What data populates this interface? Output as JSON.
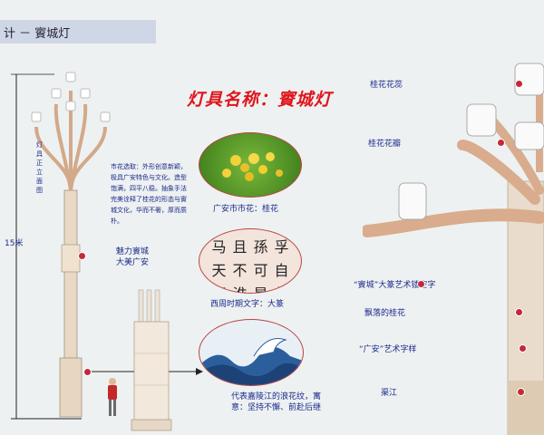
{
  "header": {
    "title": "计 － 賨城灯"
  },
  "lamp_name": "灯具名称：賨城灯",
  "height_label": "15米",
  "vertical_label": "灯具正立面图",
  "left_description": "市花选取：外形创意新颖，极具广安特色与文化。造型饱满，四平八稳。抽象手法完美诠释了桂花的形态与賨城文化，华而不奢，厚而质朴。",
  "pole_label": "魅力賨城\n大美广安",
  "motifs": [
    {
      "caption": "广安市市花：桂花",
      "icon": "osmanthus-flower-photo"
    },
    {
      "caption": "西周时期文字：大篆",
      "icon": "seal-script-characters"
    },
    {
      "caption": "代表嘉陵江的浪花纹，寓意：坚持不懈、前赴后继",
      "icon": "wave-pattern"
    }
  ],
  "callouts": [
    "桂花花蕊",
    "桂花花瓣",
    "“賨城”大篆艺术镂空字",
    "飘落的桂花",
    "“广安”艺术字样",
    "渠江"
  ],
  "seal_chars": [
    "马",
    "且",
    "孫",
    "孚",
    "天",
    "不",
    "可",
    "自",
    "行",
    "淮",
    "是",
    "義"
  ]
}
